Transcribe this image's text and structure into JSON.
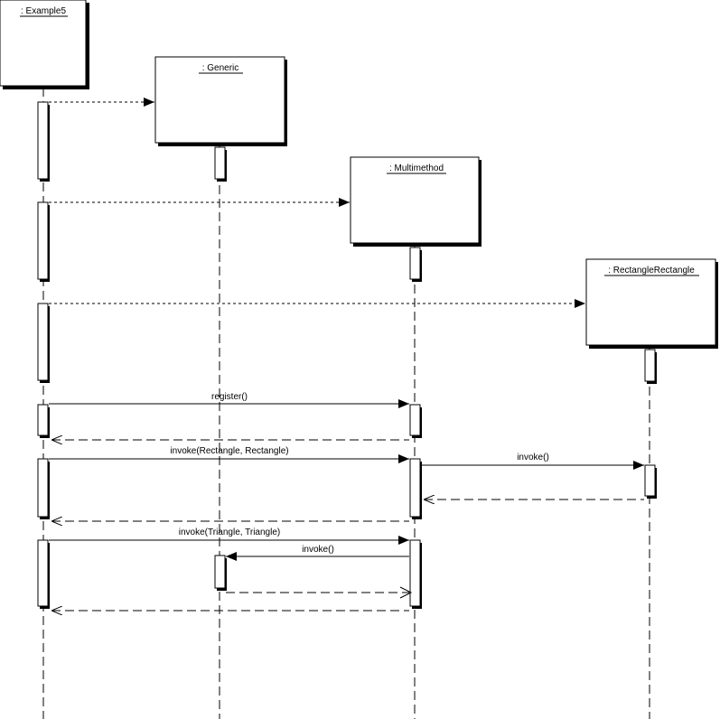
{
  "participants": [
    {
      "id": "example5",
      "label": ": Example5"
    },
    {
      "id": "generic",
      "label": ": Generic"
    },
    {
      "id": "multimethod",
      "label": ": Multimethod"
    },
    {
      "id": "rectrect",
      "label": ": RectangleRectangle"
    }
  ],
  "messages": {
    "register": "register()",
    "invoke_rect": "invoke(Rectangle, Rectangle)",
    "invoke_rr": "invoke()",
    "invoke_tri": "invoke(Triangle, Triangle)",
    "invoke_generic": "invoke()"
  },
  "colors": {
    "line": "#000000",
    "shadow": "#000000",
    "box_fill": "#ffffff"
  }
}
